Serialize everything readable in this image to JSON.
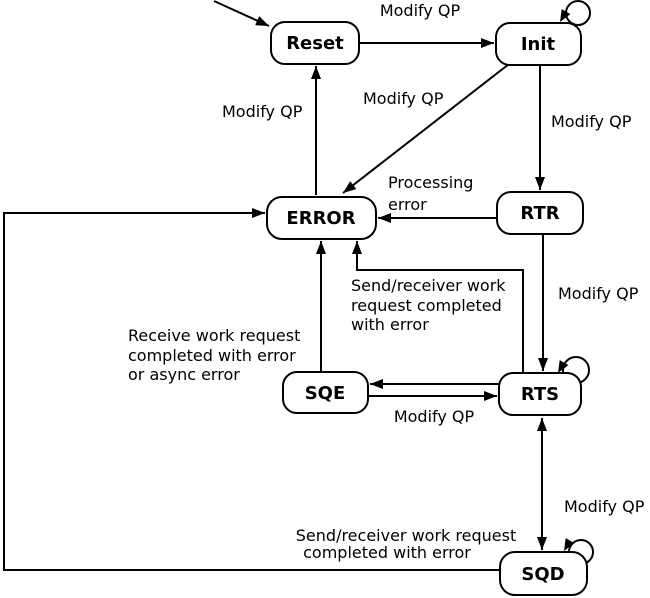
{
  "colors": {
    "background": "#ffffff",
    "line": "#000000"
  },
  "nodes": {
    "reset": "Reset",
    "init": "Init",
    "error": "ERROR",
    "rtr": "RTR",
    "sqe": "SQE",
    "rts": "RTS",
    "sqd": "SQD"
  },
  "edge_labels": {
    "reset_to_init": "Modify QP",
    "error_to_reset": "Modify QP",
    "init_to_error": "Modify QP",
    "init_to_rtr": "Modify QP",
    "rtr_to_error": [
      "Processing",
      "error"
    ],
    "rtr_to_rts": "Modify QP",
    "rts_to_error": [
      "Send/receiver work",
      "request completed",
      "with error"
    ],
    "sqe_to_error": [
      "Receive work request",
      "completed with error",
      "or async error"
    ],
    "sqe_to_rts": "Modify QP",
    "rts_to_sqd": "Modify QP",
    "sqd_to_error": [
      "Send/receiver work request",
      "completed with error"
    ]
  }
}
